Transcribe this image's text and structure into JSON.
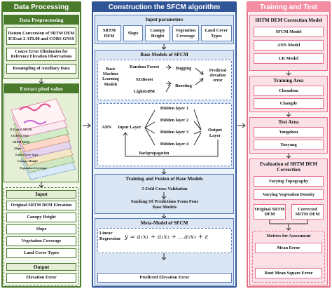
{
  "colors": {
    "green_dark": "#4a7a2c",
    "green_fill": "#e4efd6",
    "blue_dark": "#2f5597",
    "blue_fill": "#dbe6f4",
    "pink_dark": "#e8708a",
    "pink_fill": "#fbe1e7"
  },
  "left": {
    "header": "Data Processing",
    "preprocessing": {
      "title": "Data Preprocessing",
      "items": [
        "Datum Conversion of SRTM DEM ICEsat-2 ATL08 and CORS GNSS",
        "Coarse Error Elimination for Reference Elevation Observations",
        "Resampling of Auxiliary Data"
      ]
    },
    "extract_title": "Extract pixel value",
    "layer_labels": [
      "ICEsat-2 ATL08",
      "CORS GNSS",
      "SRTM DEM",
      "Slope",
      "Land Cover Type",
      "Canopy Height",
      "Vegetation Coverage"
    ],
    "input_title": "Input",
    "inputs": [
      "Original SRTM DEM Elevation",
      "Canopy Height",
      "Slope",
      "Vegetation Coverage",
      "Land Cover Types"
    ],
    "output_title": "Output",
    "output_item": "Elevation Error"
  },
  "middle": {
    "header": "Construction the SFCM algorithm",
    "input_params": {
      "title": "Input parameters",
      "items": [
        "SRTM DEM",
        "Slope",
        "Canopy Height",
        "Vegetation Coverage",
        "Land Cover Types"
      ]
    },
    "base_models": {
      "title": "Base Models of SFCM",
      "group_label": "Basic Machine Learning Models",
      "models": [
        "Random Forest",
        "XGBoost",
        "LightGBM"
      ],
      "bagging": "Bagging",
      "boosting": "Boosting",
      "predicted": "Predicted elevation error",
      "ann": "ANN",
      "input_layer": "Input Layer",
      "hidden_layers": [
        "Hidden layer 1",
        "Hidden layer 2",
        "Hidden layer 3",
        "Hidden layer 4"
      ],
      "output_layer": "Output Layer",
      "backprop": "Backpropagation"
    },
    "training": {
      "title": "Training and Fusion of Base Models",
      "cv": "5-Fold Cross-Validation",
      "stacking": "Stacking Of Predictions From Four Base Models"
    },
    "meta": {
      "title": "Meta-Model of SFCM",
      "model": "Linear Regression",
      "formula": "y = a₁x₁ + a₁x₁ + …a₅x₅ + ε",
      "output": "Predicted Elevation Error"
    }
  },
  "right": {
    "header": "Training and Test",
    "correction_model": {
      "title": "SRTM DEM Correction Model",
      "items": [
        "SFCM Model",
        "ANN Model",
        "LR Model"
      ]
    },
    "training_area": {
      "title": "Training Area",
      "items": [
        "Chenzhou",
        "Changde"
      ]
    },
    "test_area": {
      "title": "Test Area",
      "items": [
        "Yongzhou",
        "Yueyang"
      ]
    },
    "evaluation": {
      "title": "Evaluation of SRTM DEM Correction",
      "items": [
        "Varying Topography",
        "Varying Vegetation Density"
      ],
      "original": "Original SRTM DEM",
      "corrected": "Corrected SRTM DEM",
      "metrics_title": "Metrics for Assessment",
      "metrics": [
        "Mean Error",
        "Root Mean Square Error"
      ]
    }
  }
}
